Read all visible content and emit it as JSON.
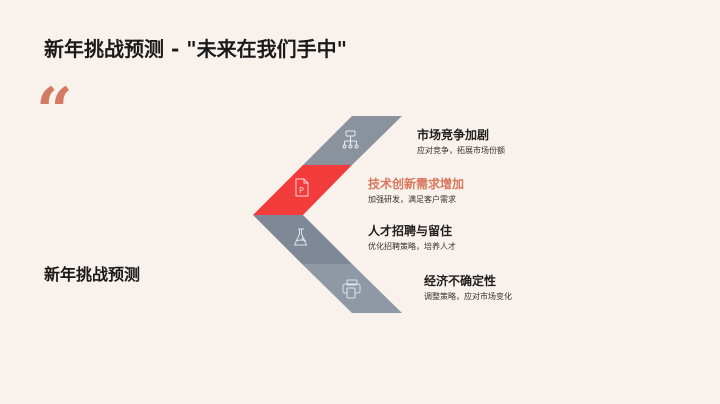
{
  "slide": {
    "title": "新年挑战预测  - \"未来在我们手中\"",
    "quote_mark": "“",
    "subtitle": "新年挑战预测"
  },
  "colors": {
    "background": "#f9f1ec",
    "accent": "#f23b3b",
    "quote": "#d37b62",
    "highlight_text": "#d8775c",
    "band_gray_1": "#8a929e",
    "band_gray_2": "#7e8897",
    "band_gray_3": "#8f98a5"
  },
  "items": [
    {
      "title": "市场竞争加剧",
      "desc": "应对竞争，拓展市场份额",
      "icon": "org-chart-icon",
      "highlight": false
    },
    {
      "title": "技术创新需求增加",
      "desc": "加强研发，满足客户需求",
      "icon": "document-p-icon",
      "highlight": true
    },
    {
      "title": "人才招聘与留住",
      "desc": "优化招聘策略，培养人才",
      "icon": "flask-icon",
      "highlight": false
    },
    {
      "title": "经济不确定性",
      "desc": "调整策略，应对市场变化",
      "icon": "printer-icon",
      "highlight": false
    }
  ]
}
